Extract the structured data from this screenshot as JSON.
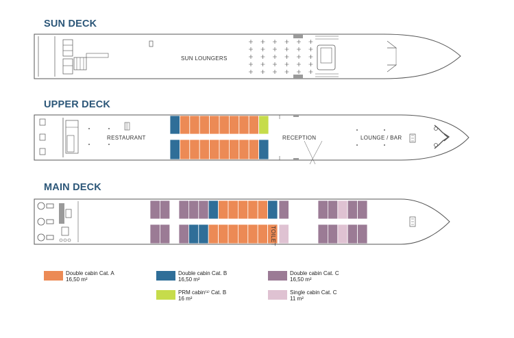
{
  "decks": {
    "sun": {
      "title": "SUN DECK",
      "labels": {
        "sun_loungers": "SUN LOUNGERS"
      }
    },
    "upper": {
      "title": "UPPER DECK",
      "labels": {
        "restaurant": "RESTAURANT",
        "reception": "RECEPTION",
        "lounge_bar": "LOUNGE / BAR"
      }
    },
    "main": {
      "title": "MAIN DECK",
      "labels": {
        "toilet": "TOILET"
      }
    }
  },
  "colors": {
    "cat_a": "#ec8a55",
    "cat_b": "#2f6e98",
    "prm": "#c6dc4b",
    "cat_c": "#9b7b95",
    "single_c": "#dfc2d2",
    "hull": "#555555",
    "grey_box": "#9a9a9a"
  },
  "legend": {
    "cat_a": {
      "name": "Double cabin Cat. A",
      "size": "16,50 m²"
    },
    "cat_b": {
      "name": "Double cabin Cat. B",
      "size": "16,50 m²"
    },
    "cat_c": {
      "name": "Double cabin Cat. C",
      "size": "16,50 m²"
    },
    "prm": {
      "name": "PRM cabin⁽¹⁾ Cat. B",
      "size": "16 m²"
    },
    "single_c": {
      "name": "Single cabin Cat. C",
      "size": "11 m²"
    }
  }
}
